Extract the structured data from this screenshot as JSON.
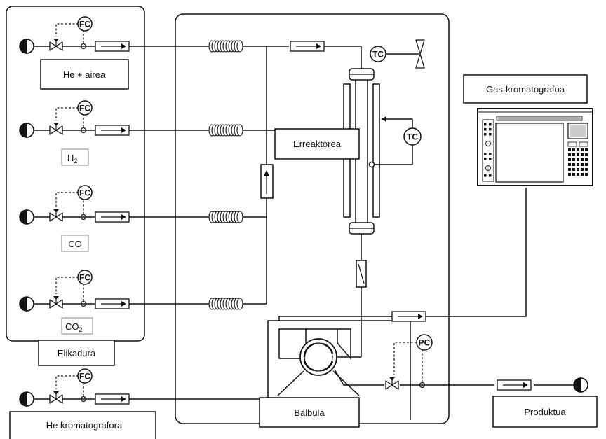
{
  "labels": {
    "he_air": "He + airea",
    "h2_main": "H",
    "h2_sub": "2",
    "co": "CO",
    "co2_main": "CO",
    "co2_sub": "2",
    "feed": "Elikadura",
    "he_chromatograph": "He kromatografora",
    "reactor": "Erreaktorea",
    "valve": "Balbula",
    "gas_chromatograph": "Gas-kromatografoa",
    "product": "Produktua"
  },
  "instruments": {
    "fc": "FC",
    "tc": "TC",
    "pc": "PC"
  }
}
